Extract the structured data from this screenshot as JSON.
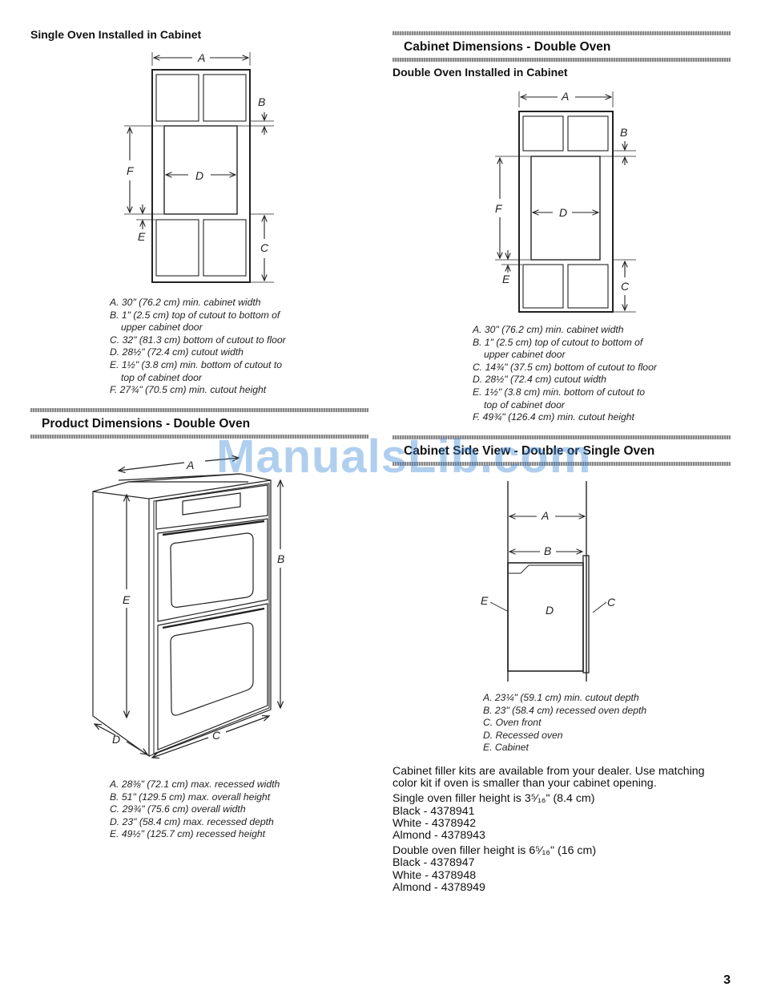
{
  "single_cabinet": {
    "heading": "Single Oven Installed in Cabinet",
    "labels": {
      "a": "A",
      "b": "B",
      "c": "C",
      "d": "D",
      "e": "E",
      "f": "F"
    },
    "caption": [
      "A. 30\" (76.2 cm) min. cabinet width",
      "B. 1\" (2.5 cm) top of cutout to bottom of",
      "upper cabinet door",
      "C. 32\" (81.3 cm) bottom of cutout to floor",
      "D. 28½\" (72.4 cm) cutout width",
      "E. 1½\" (3.8 cm) min. bottom of cutout to",
      "top of cabinet door",
      "F. 27¾\" (70.5 cm) min. cutout height"
    ]
  },
  "cabinet_double": {
    "section_title": "Cabinet Dimensions - Double Oven",
    "heading": "Double Oven Installed in Cabinet",
    "labels": {
      "a": "A",
      "b": "B",
      "c": "C",
      "d": "D",
      "e": "E",
      "f": "F"
    },
    "caption": [
      "A. 30\" (76.2 cm) min. cabinet width",
      "B. 1\" (2.5 cm) top of cutout to bottom of",
      "upper cabinet door",
      "C. 14¾\" (37.5 cm) bottom of cutout to floor",
      "D. 28½\" (72.4 cm) cutout width",
      "E. 1½\" (3.8 cm) min. bottom of cutout to",
      "top of cabinet door",
      "F. 49¾\" (126.4 cm) min. cutout height"
    ]
  },
  "product_double": {
    "section_title": "Product Dimensions - Double Oven",
    "labels": {
      "a": "A",
      "b": "B",
      "c": "C",
      "d": "D",
      "e": "E"
    },
    "caption": [
      "A. 28⅜\" (72.1 cm) max. recessed width",
      "B. 51\" (129.5 cm) max. overall height",
      "C. 29¾\" (75.6 cm) overall width",
      "D. 23\" (58.4 cm) max. recessed depth",
      "E. 49½\" (125.7 cm) recessed height"
    ]
  },
  "side_view": {
    "section_title": "Cabinet Side View - Double or Single Oven",
    "labels": {
      "a": "A",
      "b": "B",
      "c": "C",
      "d": "D",
      "e": "E"
    },
    "caption": [
      "A. 23¼\" (59.1 cm) min. cutout depth",
      "B. 23\" (58.4 cm) recessed oven depth",
      "C. Oven front",
      "D. Recessed oven",
      "E. Cabinet"
    ]
  },
  "filler": {
    "intro": [
      "Cabinet filler kits are available from your dealer. Use matching",
      "color kit if oven is smaller than your cabinet opening."
    ],
    "single": [
      "Single oven filler height is 3⁵⁄₁₆\" (8.4 cm)",
      "Black - 4378941",
      "White - 4378942",
      "Almond - 4378943"
    ],
    "double": [
      "Double oven filler height is 6⁵⁄₁₆\" (16 cm)",
      "Black - 4378947",
      "White - 4378948",
      "Almond - 4378949"
    ]
  },
  "watermark": "ManualsLib.com",
  "page_number": "3"
}
